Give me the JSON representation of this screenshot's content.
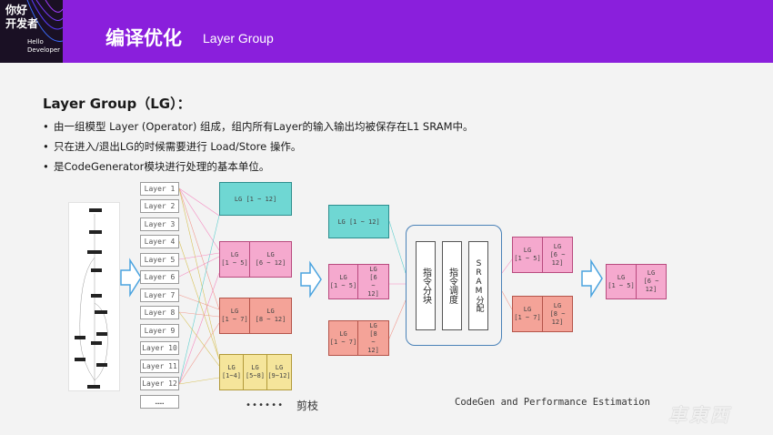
{
  "logo": {
    "cn": "你好\n开发者",
    "en": "Hello\nDeveloper"
  },
  "header": {
    "title_cn": "编译优化",
    "title_en": "Layer Group"
  },
  "section": {
    "title": "Layer Group（LG）：",
    "bullets": [
      "由一组模型 Layer (Operator) 组成，组内所有Layer的输入输出均被保存在L1 SRAM中。",
      "只在进入/退出LG的时候需要进行 Load/Store 操作。",
      "是CodeGenerator模块进行处理的基本单位。"
    ]
  },
  "diagram": {
    "layers": [
      "Layer 1",
      "Layer 2",
      "Layer 3",
      "Layer 4",
      "Layer 5",
      "Layer 6",
      "Layer 7",
      "Layer 8",
      "Layer 9",
      "Layer 10",
      "Layer 11",
      "Layer 12",
      "……"
    ],
    "col2": {
      "top": "LG [1 ~ 12]",
      "pink_left": "LG\n[1 ~ 5]",
      "pink_right": "LG\n[6 ~ 12]",
      "salmon_left": "LG\n[1 ~ 7]",
      "salmon_right": "LG\n[8 ~ 12]",
      "yellow": [
        "LG\n[1~4]",
        "LG\n[5~8]",
        "LG\n[9~12]"
      ]
    },
    "col3": {
      "top": "LG [1 ~ 12]",
      "pink_left": "LG\n[1 ~ 5]",
      "pink_right": "LG\n[6\n~\n12]",
      "salmon_left": "LG\n[1 ~ 7]",
      "salmon_right": "LG\n[8\n~\n12]"
    },
    "stages": [
      "指令分块",
      "指令调度",
      "SRAM分配"
    ],
    "col4": {
      "pink_left": "LG\n[1 ~ 5]",
      "pink_right": "LG\n[6 ~\n12]",
      "salmon_left": "LG\n[1 ~ 7]",
      "salmon_right": "LG\n[8 ~\n12]"
    },
    "final": {
      "left": "LG\n[1 ~ 5]",
      "right": "LG\n[6 ~\n12]"
    },
    "dots": "••••••",
    "prune_label": "剪枝",
    "codegen_label": "CodeGen and  Performance Estimation"
  },
  "watermark": "車東西",
  "colors": {
    "header": "#8a1fdc",
    "teal": "#6fd7d3",
    "pink": "#f5a9ce",
    "salmon": "#f4a398",
    "yellow": "#f5e59b",
    "arrow": "#4aa3df",
    "compiler": "#4a82b8"
  }
}
